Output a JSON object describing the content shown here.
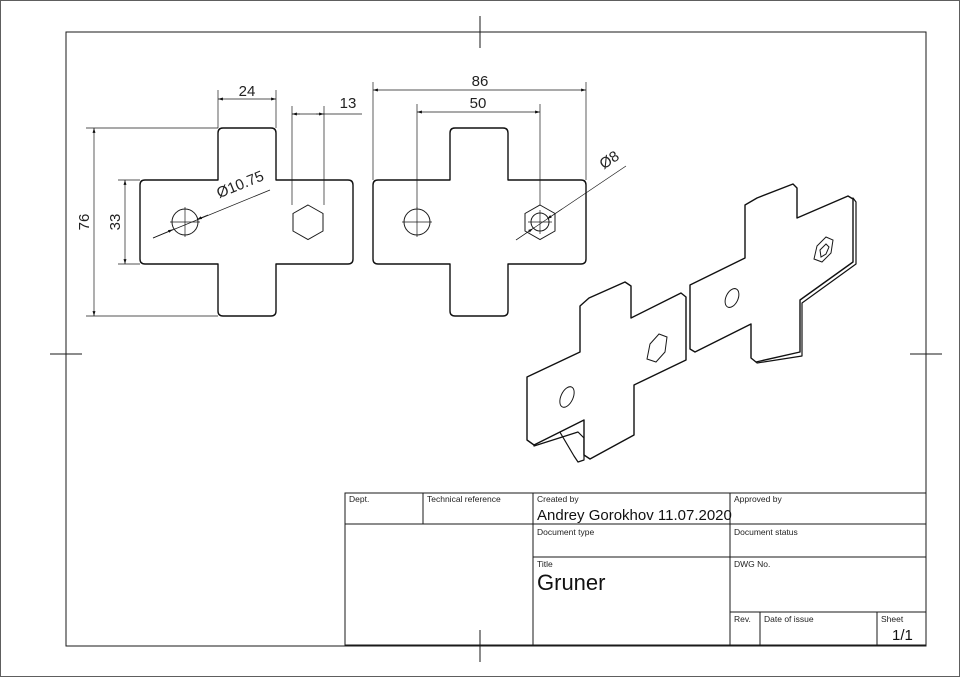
{
  "dimensions": {
    "d24": "24",
    "d13": "13",
    "d76": "76",
    "d33": "33",
    "d86": "86",
    "d50": "50",
    "dia1": "Ø10.75",
    "dia2": "Ø8"
  },
  "title_block": {
    "dept_label": "Dept.",
    "tech_ref_label": "Technical reference",
    "created_by_label": "Created by",
    "created_by_value": "Andrey Gorokhov 11.07.2020",
    "approved_by_label": "Approved by",
    "doc_type_label": "Document type",
    "doc_status_label": "Document status",
    "title_label": "Title",
    "title_value": "Gruner",
    "dwg_no_label": "DWG No.",
    "rev_label": "Rev.",
    "date_issue_label": "Date of issue",
    "sheet_label": "Sheet",
    "sheet_value": "1/1"
  }
}
